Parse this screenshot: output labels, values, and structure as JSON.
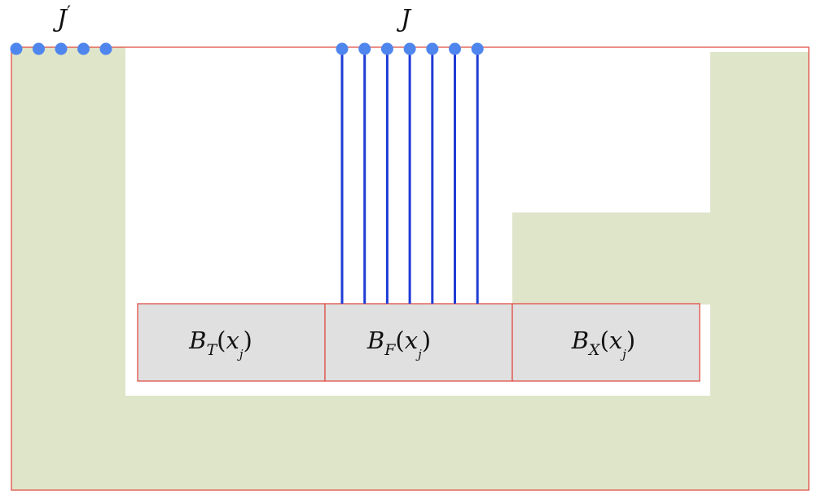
{
  "colors": {
    "frame": "#e0433a",
    "fill_green": "#dfe5c9",
    "box_fill": "#e0e0e0",
    "wire": "#1f3bd6",
    "dot": "#4f86ee"
  },
  "labels": {
    "j_prime": {
      "base": "J",
      "prime": "′"
    },
    "j": "J"
  },
  "boxes": [
    {
      "base": "B",
      "sub": "T",
      "arg": "x",
      "argsub": "j"
    },
    {
      "base": "B",
      "sub": "F",
      "arg": "x",
      "argsub": "j"
    },
    {
      "base": "B",
      "sub": "X",
      "arg": "x",
      "argsub": "j"
    }
  ],
  "wires": {
    "count": 7
  },
  "left_dots": {
    "count": 5
  }
}
